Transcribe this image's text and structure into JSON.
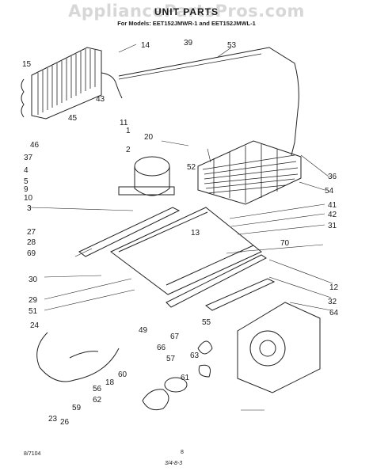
{
  "watermark": "AppliancePartsPros.com",
  "title": "UNIT PARTS",
  "subtitle": "For Models: EET152JMWR-1 and EET152JMWL-1",
  "footer": {
    "code": "8/7104",
    "page": "8",
    "stamp": "3/4-8-3"
  },
  "callouts": [
    "15",
    "14",
    "39",
    "53",
    "43",
    "45",
    "46",
    "37",
    "4",
    "5",
    "9",
    "10",
    "11",
    "1",
    "2",
    "20",
    "52",
    "36",
    "54",
    "3",
    "41",
    "42",
    "31",
    "27",
    "28",
    "69",
    "13",
    "70",
    "30",
    "29",
    "51",
    "12",
    "32",
    "64",
    "24",
    "49",
    "55",
    "66",
    "67",
    "63",
    "57",
    "61",
    "60",
    "18",
    "56",
    "62",
    "59",
    "23",
    "26"
  ]
}
